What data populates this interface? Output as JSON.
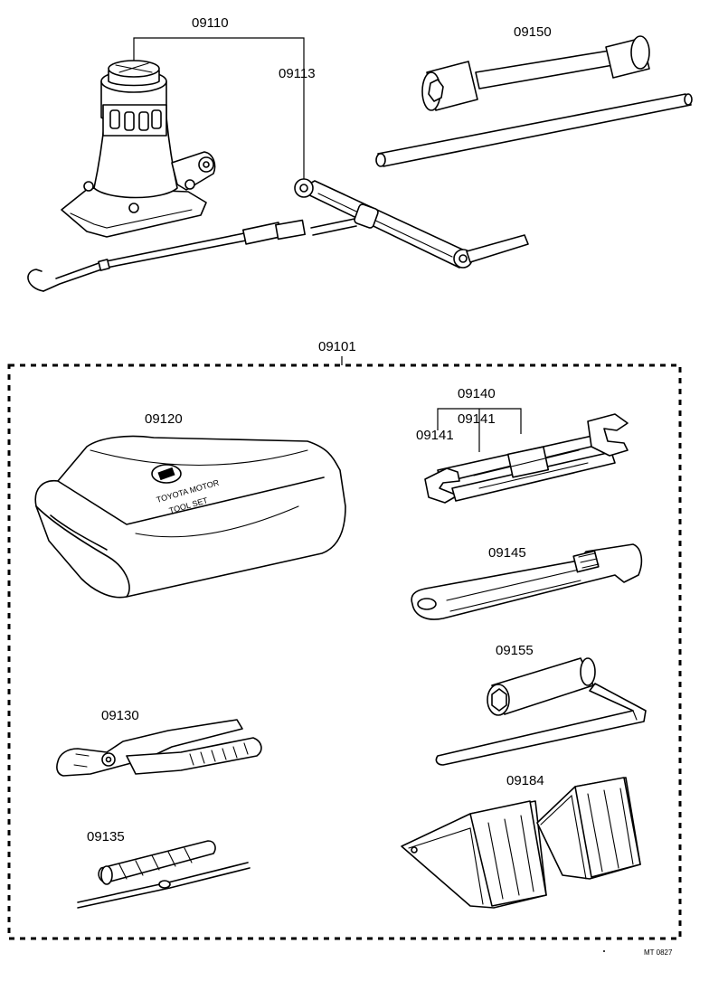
{
  "parts": {
    "p09110": "09110",
    "p09113": "09113",
    "p09150": "09150",
    "p09101": "09101",
    "p09120": "09120",
    "p09140": "09140",
    "p09141a": "09141",
    "p09141b": "09141",
    "p09145": "09145",
    "p09155": "09155",
    "p09130": "09130",
    "p09184": "09184",
    "p09135": "09135"
  },
  "pouch_text": [
    "TOYOTA MOTOR",
    "TOOL SET"
  ],
  "footer": {
    "code": "MT 0827"
  }
}
